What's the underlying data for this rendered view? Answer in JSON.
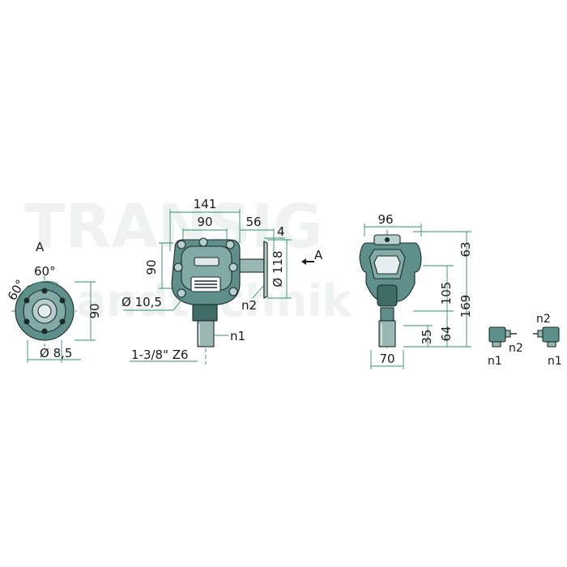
{
  "watermark": {
    "line1": "TRANSIG",
    "line2": "Landtechnik"
  },
  "colors": {
    "dimension_line": "#2f8f6f",
    "housing": "#5f8f8b",
    "housing_light": "#b6cfcc",
    "outline": "#1b2a2a"
  },
  "view_a": {
    "label": "A",
    "angle_top": "60°",
    "angle_side": "60°",
    "height": "90",
    "bolt_hole": "Ø 8,5"
  },
  "front_view": {
    "width_total": "141",
    "width_inner": "90",
    "height_flange": "90",
    "hole_dia": "Ø 10,5",
    "shaft_spline": "1-3/8\" Z6",
    "shaft_n1": "n1",
    "out_len": "56",
    "flange_thick": "4",
    "flange_dia": "Ø 118",
    "arrow_label": "A",
    "shaft_n2": "n2"
  },
  "side_view": {
    "width_top": "96",
    "top_height": "63",
    "height_105": "105",
    "height_169": "169",
    "height_64": "64",
    "height_35": "35",
    "width_bottom": "70"
  },
  "rotation_icons": {
    "left_n1": "n1",
    "left_n2": "n2",
    "right_n2": "n2",
    "right_n1": "n1"
  }
}
